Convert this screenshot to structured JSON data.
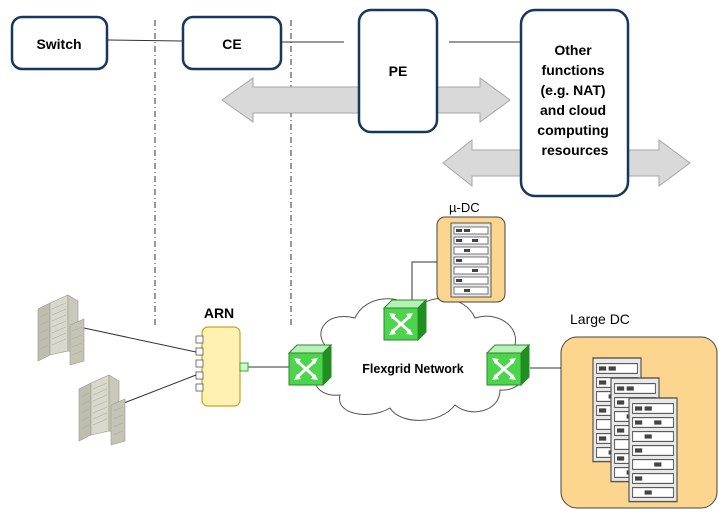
{
  "boxes": {
    "switch": "Switch",
    "ce": "CE",
    "pe": "PE",
    "other": [
      "Other",
      "functions",
      "(e.g. NAT)",
      "and cloud",
      "computing",
      "resources"
    ]
  },
  "labels": {
    "arn": "ARN",
    "micro_dc": "µ-DC",
    "large_dc": "Large DC",
    "network": "Flexgrid Network"
  },
  "colors": {
    "box_border": "#17375e",
    "arrow_fill": "#d9d9d9",
    "arrow_stroke": "#a6a6a6",
    "dc_fill": "#fcd58f",
    "arn_fill": "#fff2b0",
    "switch_green": "#33cc33"
  }
}
